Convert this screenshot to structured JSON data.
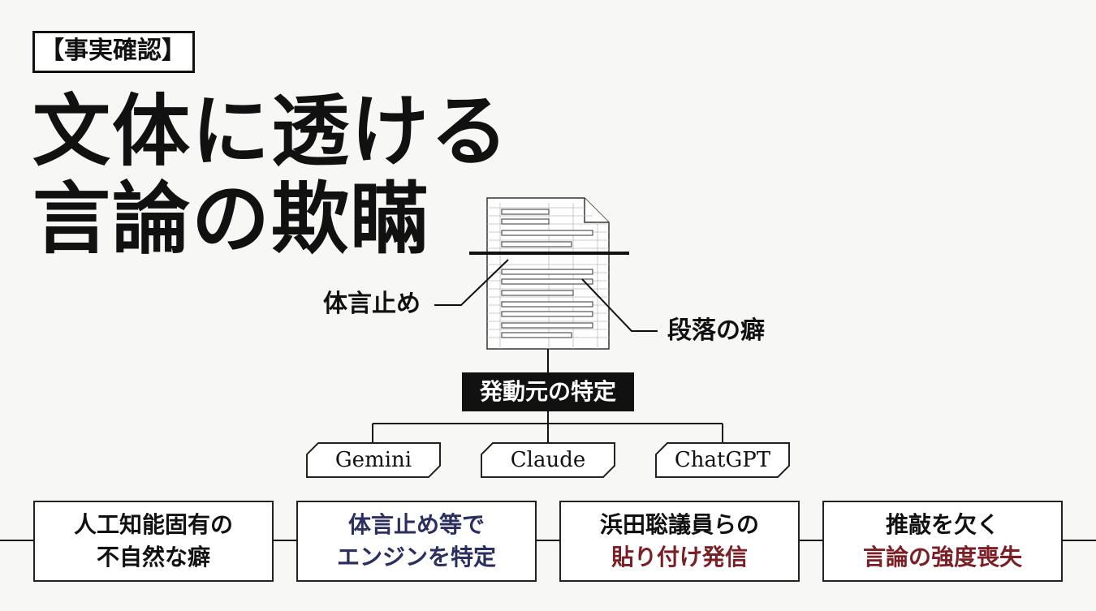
{
  "tag": "【事実確認】",
  "title": {
    "line1": "文体に透ける",
    "line2": "言論の欺瞞"
  },
  "doc_labels": {
    "left": "体言止め",
    "right": "段落の癖"
  },
  "origin_label": "発動元の特定",
  "models": [
    "Gemini",
    "Claude",
    "ChatGPT"
  ],
  "boxes": [
    {
      "line1": "人工知能固有の",
      "line2": "不自然な癖"
    },
    {
      "line1": "体言止め等で",
      "line2": "エンジンを特定"
    },
    {
      "line1": "浜田聡議員らの",
      "line2": "貼り付け発信"
    },
    {
      "line1": "推敲を欠く",
      "line2": "言論の強度喪失"
    }
  ],
  "colors": {
    "background": "#f7f7f5",
    "ink": "#111111",
    "navy": "#2b2f5e",
    "crimson": "#7a1f25"
  }
}
